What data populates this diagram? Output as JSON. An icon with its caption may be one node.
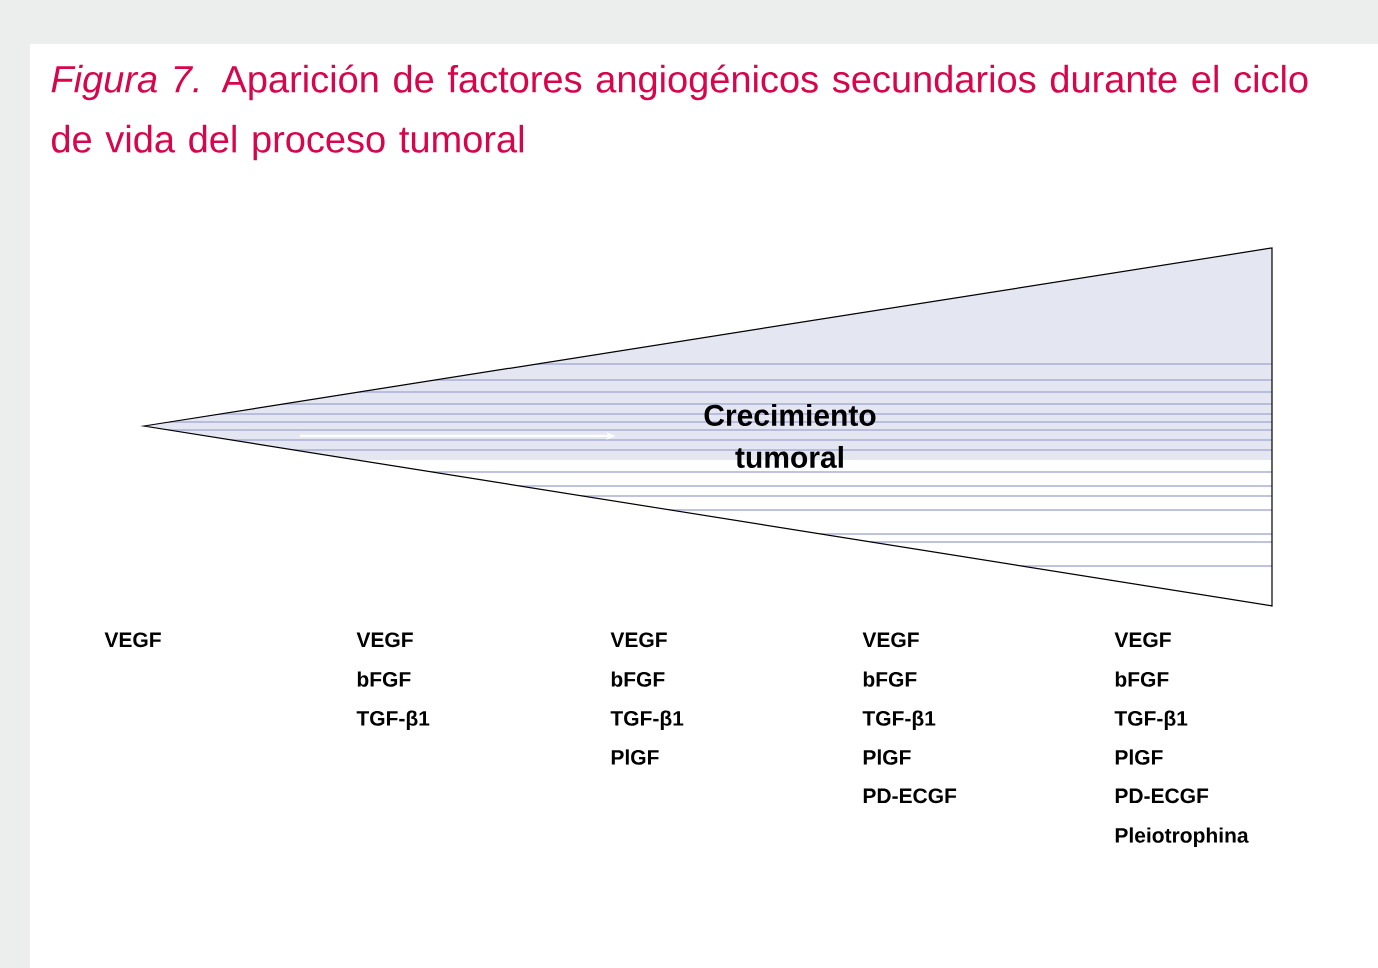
{
  "diagram": {
    "title": "*Figura 7.* Aparición de factores angiogénicos secundarios durante el ciclo de vida del proceso tumoral",
    "nodes": [
      {
        "text": [
          "Crecimiento tumoral"
        ]
      }
    ],
    "labels": [
      "VEGF",
      "VEGF",
      "bFGF",
      "TGF-β1",
      "VEGF",
      "bFGF",
      "TGF-β1",
      "PlGF",
      "VEGF",
      "bFGF",
      "TGF-β1",
      "PlGF",
      "PD-ECGF",
      "VEGF",
      "bFGF",
      "TGF-β1",
      "PlGF",
      "PD-ECGF",
      "Pleiotrophina"
    ]
  }
}
